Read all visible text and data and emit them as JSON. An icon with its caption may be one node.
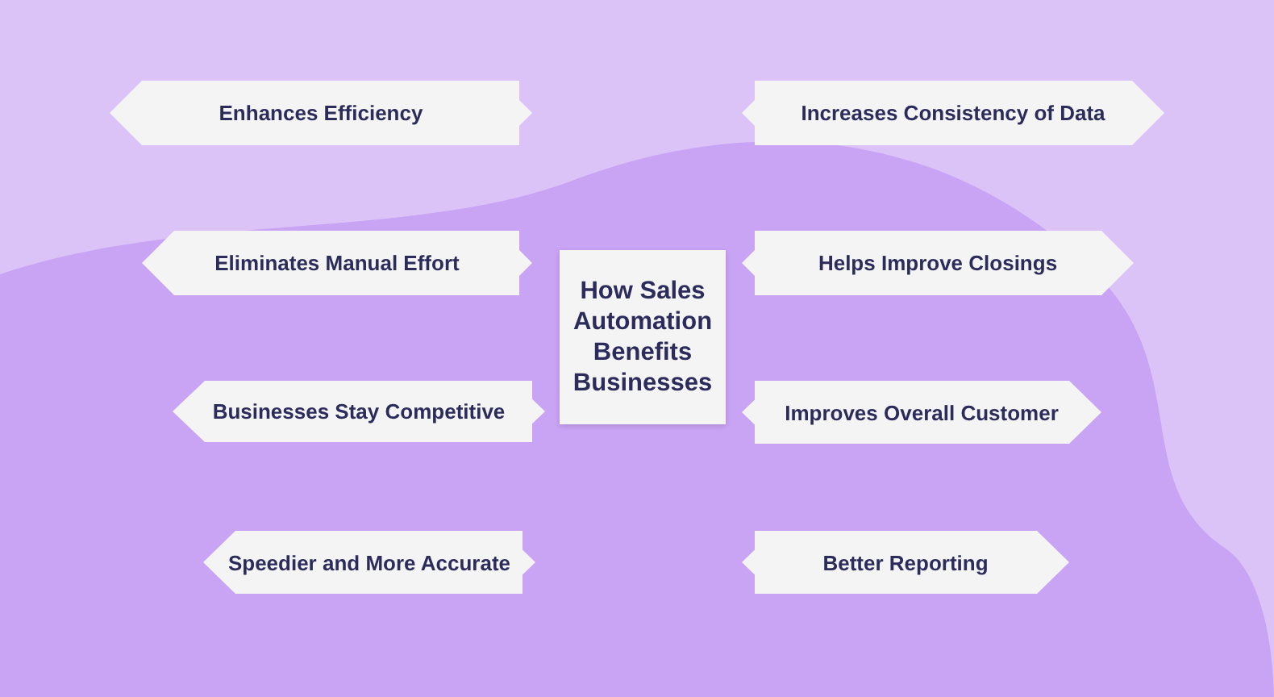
{
  "diagram": {
    "nodes": [
      {
        "text": [
          "How Sales Automation Benefits Businesses"
        ]
      },
      {
        "text": [
          "Enhances Efficiency"
        ]
      },
      {
        "text": [
          "Eliminates Manual Effort"
        ]
      },
      {
        "text": [
          "Businesses Stay Competitive"
        ]
      },
      {
        "text": [
          "Speedier and More Accurate"
        ]
      },
      {
        "text": [
          "Increases Consistency of Data"
        ]
      },
      {
        "text": [
          "Helps Improve Closings"
        ]
      },
      {
        "text": [
          "Improves Overall Customer"
        ]
      },
      {
        "text": [
          "Better Reporting"
        ]
      }
    ],
    "edges": []
  }
}
